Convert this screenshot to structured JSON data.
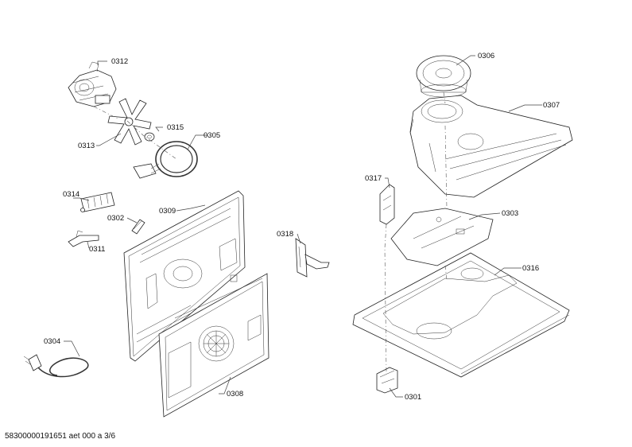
{
  "labels": {
    "p0312": "0312",
    "p0313": "0313",
    "p0315": "0315",
    "p0305": "0305",
    "p0314": "0314",
    "p0302": "0302",
    "p0309": "0309",
    "p0311": "0311",
    "p0318": "0318",
    "p0304": "0304",
    "p0308": "0308",
    "p0306": "0306",
    "p0307": "0307",
    "p0317": "0317",
    "p0303": "0303",
    "p0316": "0316",
    "p0301": "0301"
  },
  "footer": {
    "code": "58300000191651 aet 000 a 3/6"
  }
}
